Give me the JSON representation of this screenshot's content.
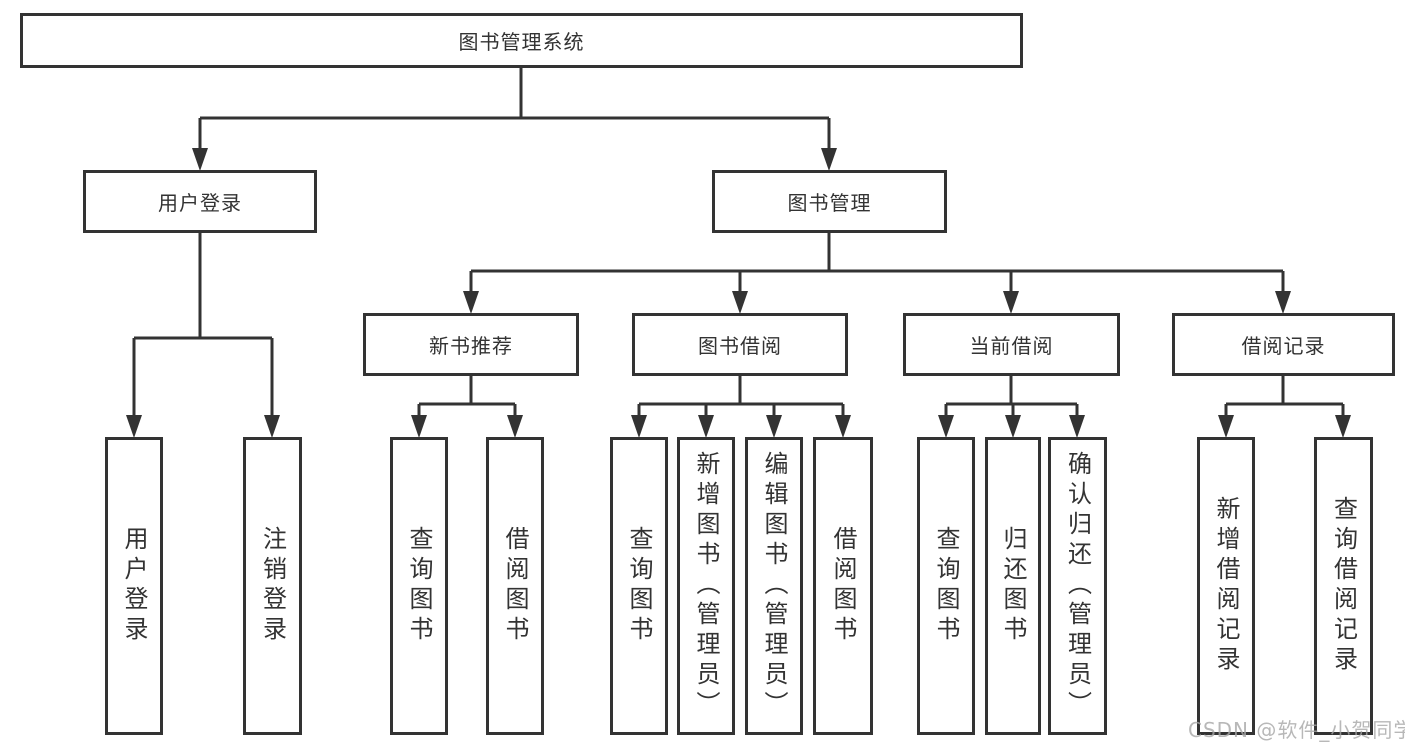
{
  "diagram": {
    "title": "图书管理系统",
    "line_color": "#333333",
    "box_border_color": "#333333",
    "text_color": "#333333",
    "background": "#ffffff",
    "tree": {
      "label": "图书管理系统",
      "children": [
        {
          "label": "用户登录",
          "children": [
            {
              "label": "用户登录"
            },
            {
              "label": "注销登录"
            }
          ]
        },
        {
          "label": "图书管理",
          "children": [
            {
              "label": "新书推荐",
              "children": [
                {
                  "label": "查询图书"
                },
                {
                  "label": "借阅图书"
                }
              ]
            },
            {
              "label": "图书借阅",
              "children": [
                {
                  "label": "查询图书"
                },
                {
                  "label": "新增图书（管理员）"
                },
                {
                  "label": "编辑图书（管理员）"
                },
                {
                  "label": "借阅图书"
                }
              ]
            },
            {
              "label": "当前借阅",
              "children": [
                {
                  "label": "查询图书"
                },
                {
                  "label": "归还图书"
                },
                {
                  "label": "确认归还（管理员）"
                }
              ]
            },
            {
              "label": "借阅记录",
              "children": [
                {
                  "label": "新增借阅记录"
                },
                {
                  "label": "查询借阅记录"
                }
              ]
            }
          ]
        }
      ]
    }
  },
  "watermark": {
    "text": "CSDN @软件_小贺同学",
    "color": "#a6a6a6"
  }
}
